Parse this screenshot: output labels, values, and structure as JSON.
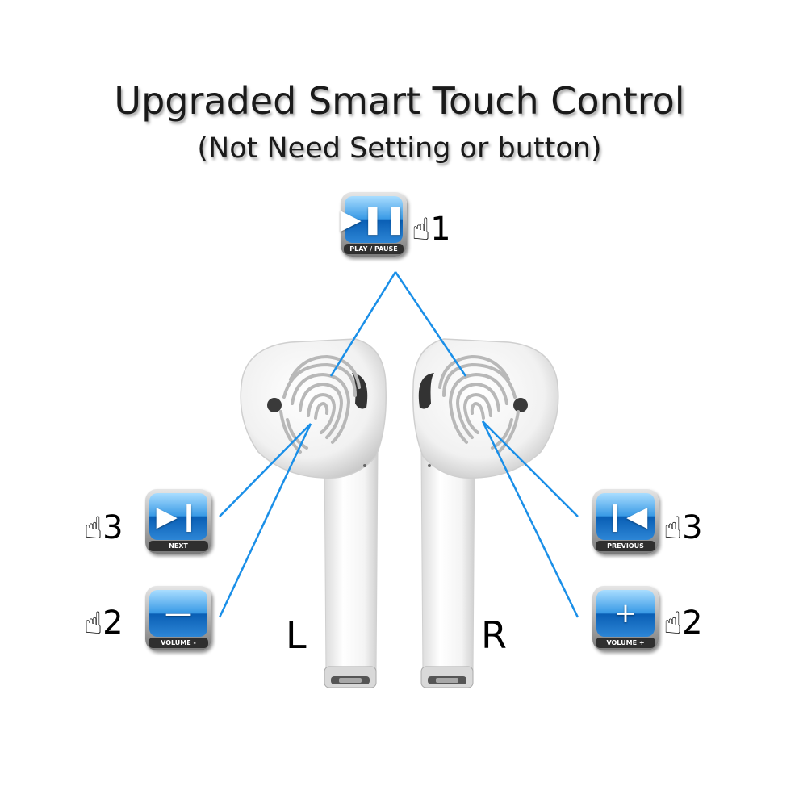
{
  "title": "Upgraded Smart Touch Control",
  "subtitle": "(Not Need Setting or button)",
  "left_label": "L",
  "right_label": "R",
  "line_color": "#1a8fe8",
  "controls": {
    "play_pause": {
      "icon": "play-pause-icon",
      "caption": "PLAY / PAUSE",
      "glyph": "▶❚❚",
      "taps": "1"
    },
    "next": {
      "icon": "next-track-icon",
      "caption": "NEXT",
      "glyph": "▶❙",
      "taps": "3"
    },
    "volume_down": {
      "icon": "minus-icon",
      "caption": "VOLUME -",
      "glyph": "—",
      "taps": "2"
    },
    "previous": {
      "icon": "previous-track-icon",
      "caption": "PREVIOUS",
      "glyph": "❙◀",
      "taps": "3"
    },
    "volume_up": {
      "icon": "plus-icon",
      "caption": "VOLUME +",
      "glyph": "+",
      "taps": "2"
    }
  }
}
